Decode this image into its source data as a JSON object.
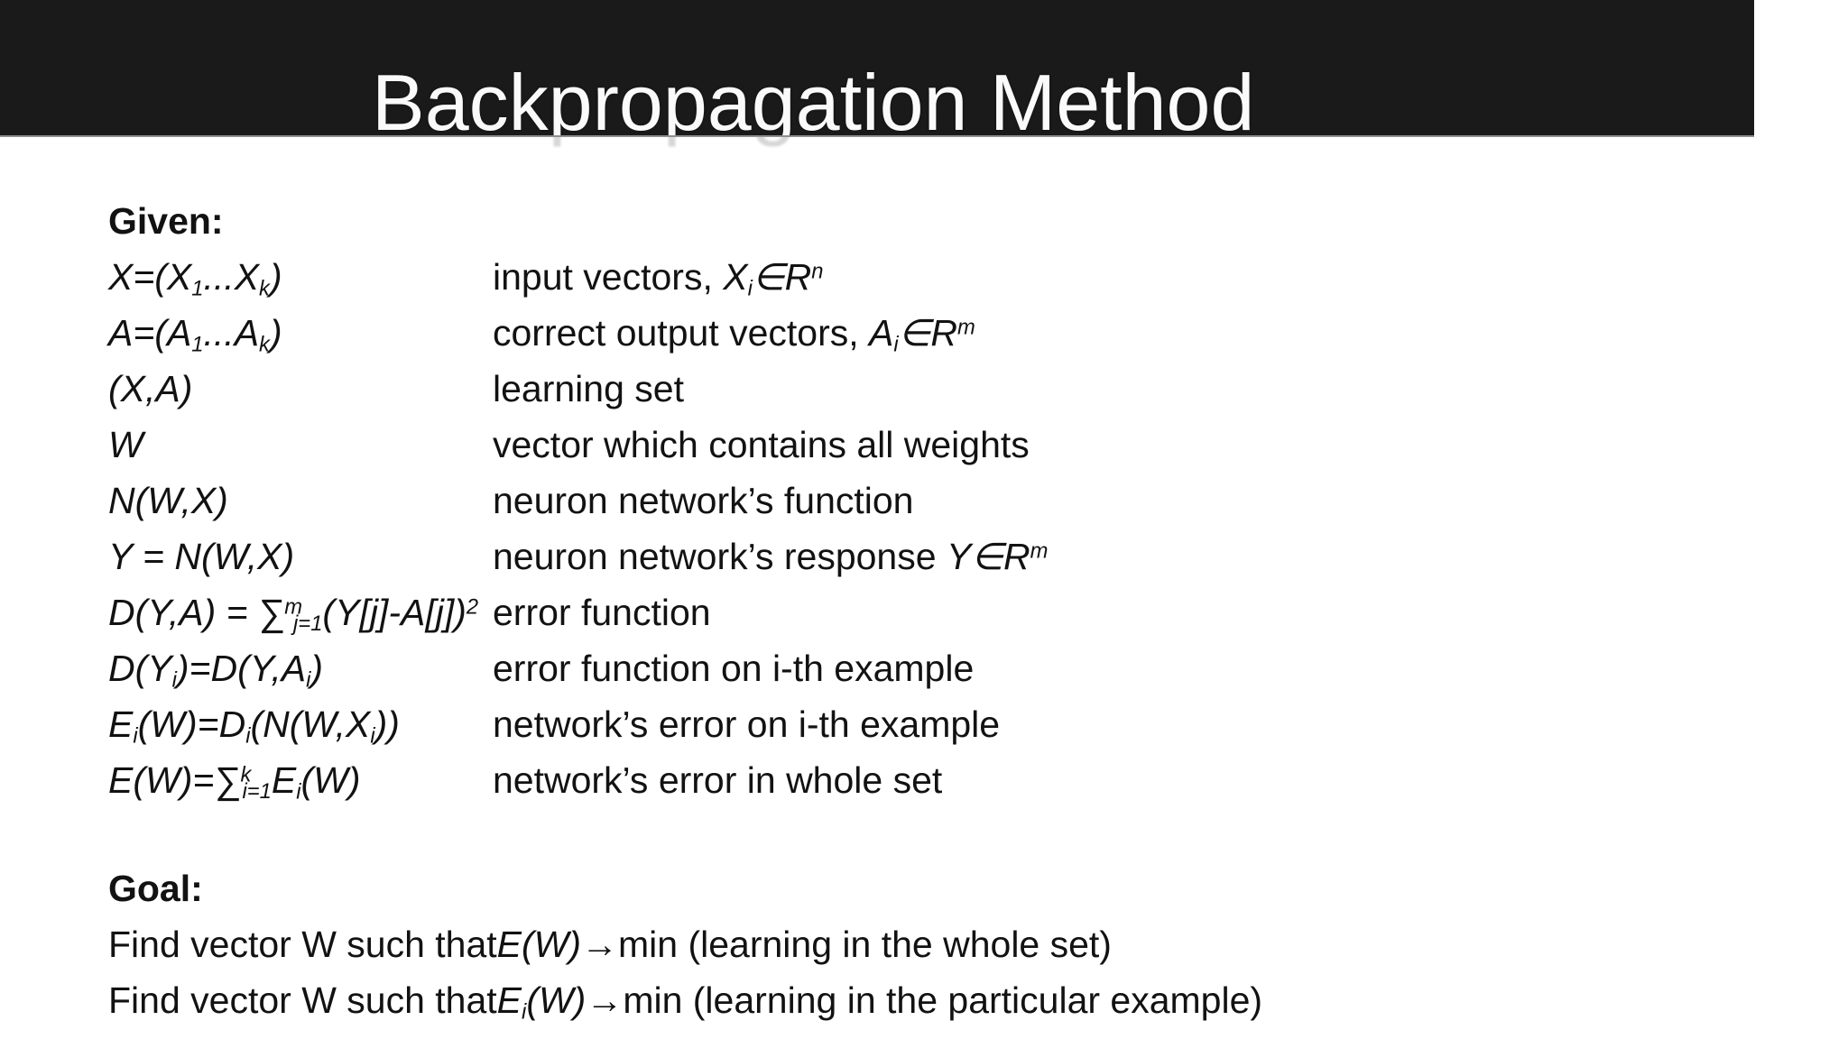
{
  "slide": {
    "title": "Backpropagation Method",
    "given_label": "Given:",
    "goal_label": "Goal:",
    "rows": [
      {
        "formula": "X=(X<sub>1</sub>...X<sub>k</sub>)",
        "desc": "input vectors, <i>X<sub>i</sub>∈R<sup>n</sup></i>"
      },
      {
        "formula": "A=(A<sub>1</sub>...A<sub>k</sub>)",
        "desc": "correct output vectors, <i>A<sub>i</sub>∈R<sup>m</sup></i>"
      },
      {
        "formula": "(X,A)",
        "desc": "learning set"
      },
      {
        "formula": "W",
        "desc": "vector which contains all weights"
      },
      {
        "formula": "N(W,X)",
        "desc": "neuron network’s function"
      },
      {
        "formula": "Y = N(W,X)",
        "desc": "neuron network’s response <i>Y∈R<sup>m</sup></i>"
      },
      {
        "formula": "D(Y,A) = ∑<sup>m</sup><sub>j=1</sub>(Y[j]-A[j])<sup>2</sup>",
        "desc": "error function"
      },
      {
        "formula": "D(Y<sub>i</sub>)=D(Y,A<sub>i</sub>)",
        "desc": "error function on i-th example"
      },
      {
        "formula": "E<sub>i</sub>(W)=D<sub>i</sub>(N(W,X<sub>i</sub>))",
        "desc": "network’s error on i-th example"
      },
      {
        "formula": "E(W)=∑<sup>k</sup><sub>i=1</sub>E<sub>i</sub>(W)",
        "desc": "network’s error in whole set"
      }
    ],
    "goal_lines": [
      "Find vector W such that <i>E(W)</i>→min (learning in the whole set)",
      "Find vector W such that <i>E<sub>i</sub>(W)</i>→min (learning in the particular example)"
    ]
  }
}
